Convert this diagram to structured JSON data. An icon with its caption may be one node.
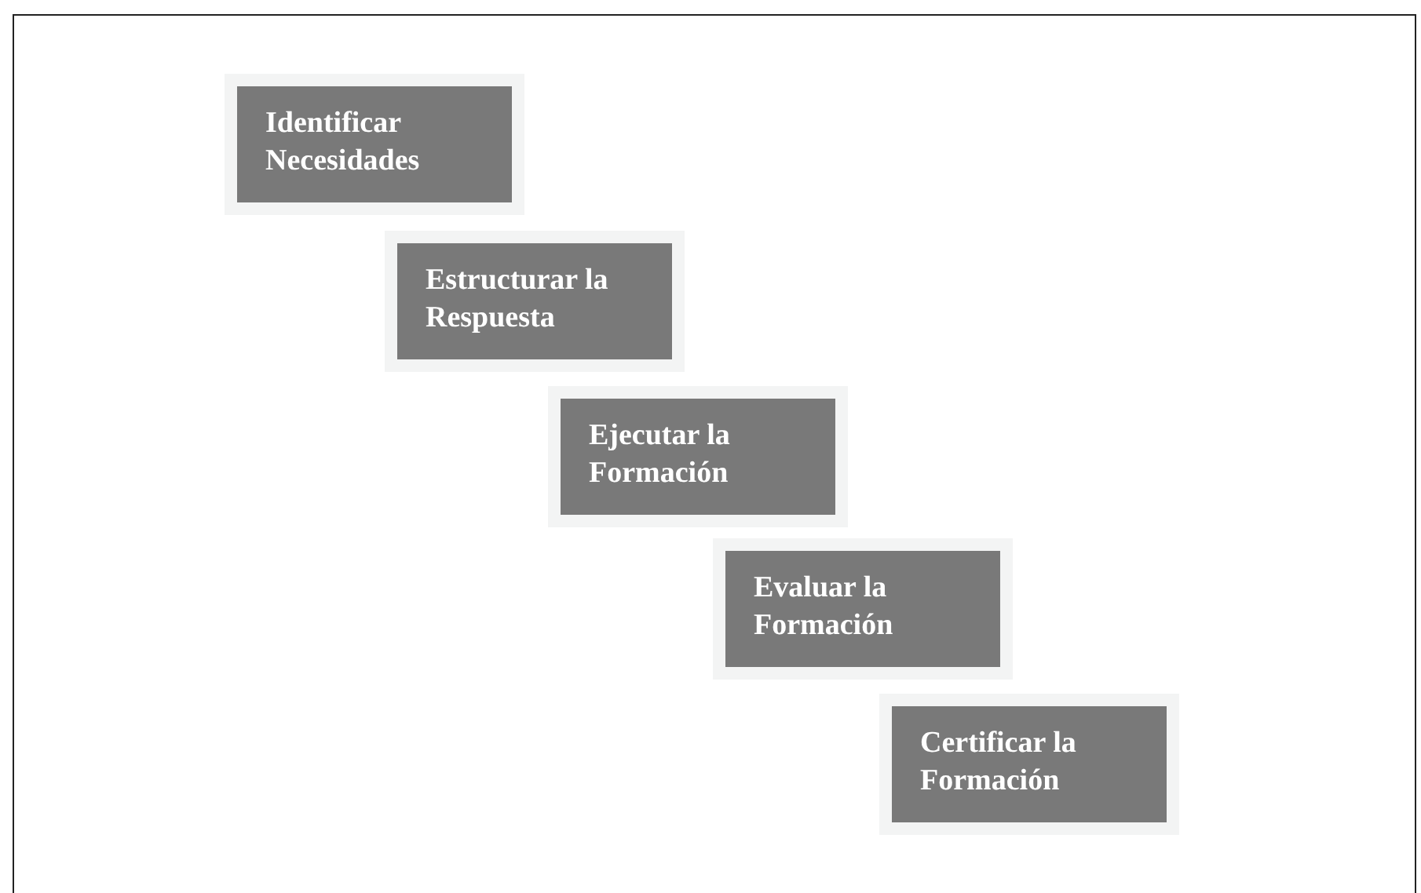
{
  "diagram": {
    "nodes": [
      {
        "text": [
          "Identificar Necesidades"
        ]
      },
      {
        "text": [
          "Estructurar la Respuesta"
        ]
      },
      {
        "text": [
          "Ejecutar la Formación"
        ]
      },
      {
        "text": [
          "Evaluar la Formación"
        ]
      },
      {
        "text": [
          "Certificar la Formación"
        ]
      }
    ]
  }
}
